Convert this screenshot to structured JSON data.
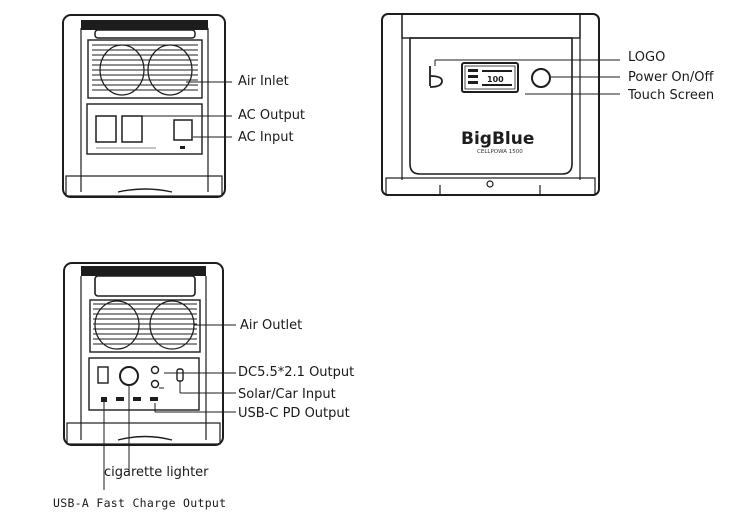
{
  "views": {
    "back": {
      "labels": {
        "air_inlet": "Air Inlet",
        "ac_output": "AC Output",
        "ac_input": "AC Input"
      }
    },
    "front": {
      "brand": "BigBlue",
      "model": "CELLPOWA 1500",
      "screen_reading": "100",
      "labels": {
        "logo": "LOGO",
        "power": "Power On/Off",
        "touch_screen": "Touch Screen"
      }
    },
    "side": {
      "labels": {
        "air_outlet": "Air Outlet",
        "dc_output": "DC5.5*2.1 Output",
        "solar_input": "Solar/Car Input",
        "usbc_output": "USB-C PD Output",
        "cigarette": "cigarette lighter",
        "usba_output": "USB-A Fast Charge Output"
      }
    }
  }
}
